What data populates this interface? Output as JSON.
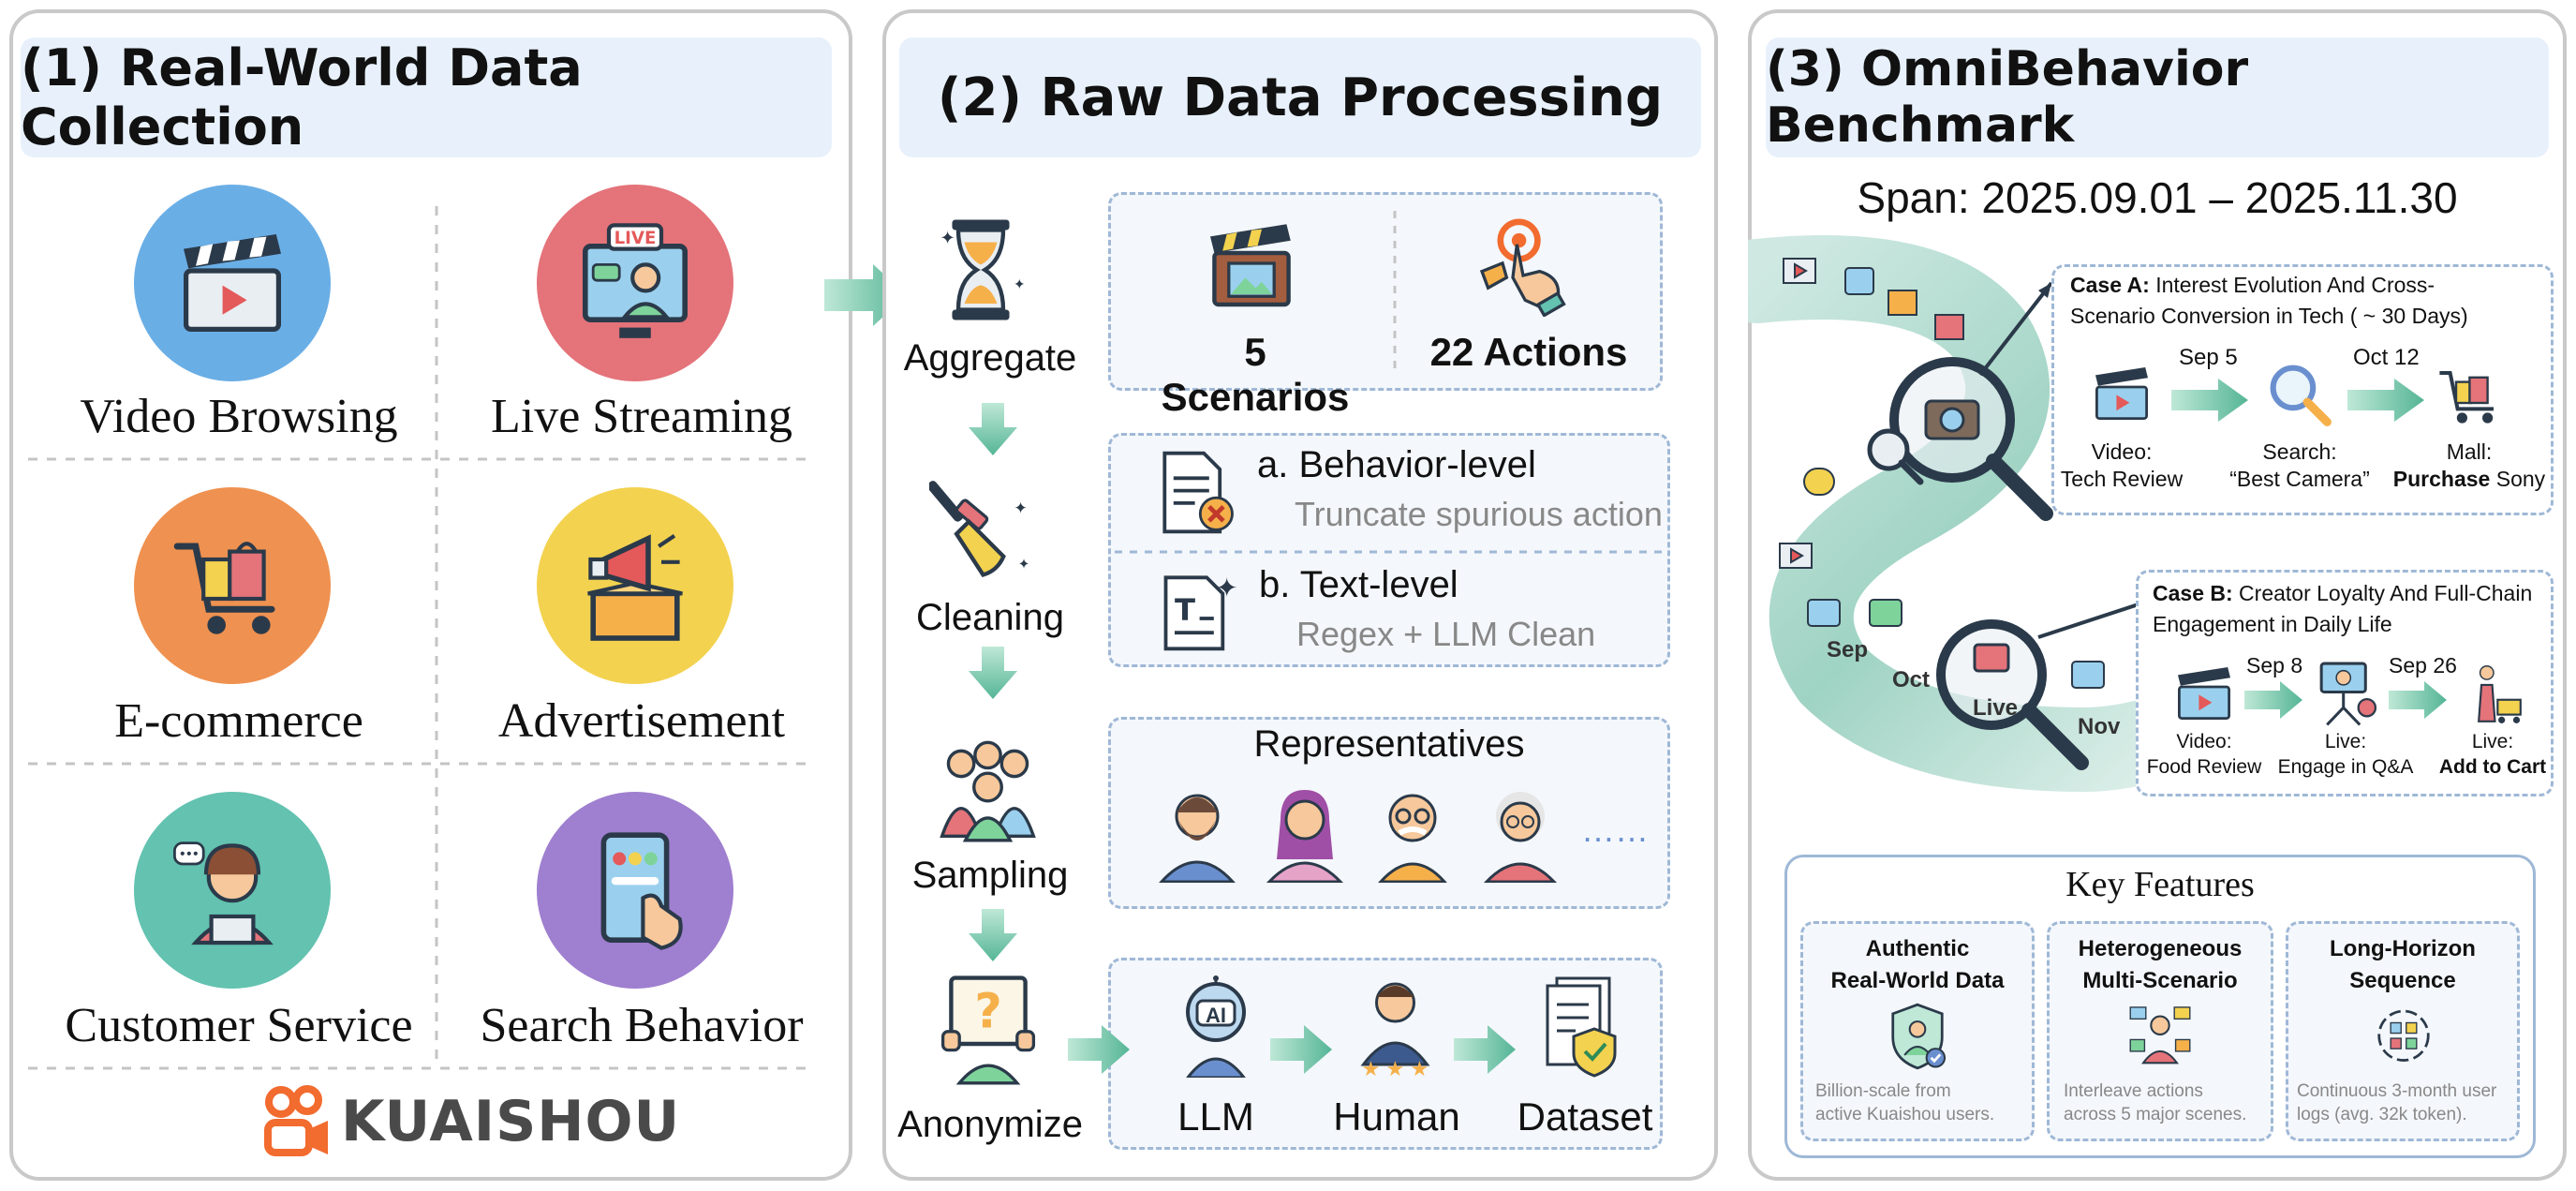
{
  "panel1": {
    "title": "(1) Real-World Data Collection",
    "items": [
      {
        "label": "Video Browsing",
        "icon": "clapperboard-icon",
        "color": "#6aaee6"
      },
      {
        "label": "Live Streaming",
        "icon": "live-stream-icon",
        "color": "#e4737a"
      },
      {
        "label": "E-commerce",
        "icon": "shopping-cart-icon",
        "color": "#ef9150"
      },
      {
        "label": "Advertisement",
        "icon": "megaphone-icon",
        "color": "#f3d24f"
      },
      {
        "label": "Customer Service",
        "icon": "support-agent-icon",
        "color": "#63c2b0"
      },
      {
        "label": "Search Behavior",
        "icon": "tablet-touch-icon",
        "color": "#9f7fcf"
      }
    ],
    "logo_text": "KUAISHOU",
    "logo_color": "#f26b2f"
  },
  "panel2": {
    "title": "(2) Raw Data Processing",
    "steps": [
      "Aggregate",
      "Cleaning",
      "Sampling",
      "Anonymize"
    ],
    "aggregate": {
      "scenarios": "5 Scenarios",
      "actions": "22 Actions"
    },
    "cleaning": {
      "a_title": "a. Behavior-level",
      "a_sub": "Truncate spurious action",
      "b_title": "b. Text-level",
      "b_sub": "Regex + LLM Clean"
    },
    "sampling": {
      "title": "Representatives",
      "more": "……"
    },
    "anonymize": {
      "llm": "LLM",
      "ai_badge": "AI",
      "human": "Human",
      "dataset": "Dataset"
    }
  },
  "panel3": {
    "title": "(3) OmniBehavior Benchmark",
    "span": "Span: 2025.09.01 – 2025.11.30",
    "months": [
      "Sep",
      "Oct",
      "Live",
      "Nov"
    ],
    "case_a": {
      "title_bold": "Case A:",
      "title_rest_1": "Interest Evolution And Cross-",
      "title_rest_2": "Scenario Conversion in Tech ( ~ 30 Days)",
      "date1": "Sep 5",
      "date2": "Oct 12",
      "s1_l1": "Video:",
      "s1_l2": "Tech Review",
      "s2_l1": "Search:",
      "s2_l2": "“Best Camera”",
      "s3_l1": "Mall:",
      "s3_bold": "Purchase",
      "s3_rest": " Sony"
    },
    "case_b": {
      "title_bold": "Case B:",
      "title_rest_1": "Creator Loyalty And Full-Chain",
      "title_rest_2": "Engagement in Daily Life",
      "date1": "Sep 8",
      "date2": "Sep 26",
      "s1_l1": "Video:",
      "s1_l2": "Food Review",
      "s2_l1": "Live:",
      "s2_l2": "Engage in Q&A",
      "s3_l1": "Live:",
      "s3_bold": "Add to Cart"
    },
    "key_features": {
      "title": "Key Features",
      "items": [
        {
          "t1": "Authentic",
          "t2": "Real-World Data",
          "d1": "Billion-scale from",
          "d2": "active Kuaishou users."
        },
        {
          "t1": "Heterogeneous",
          "t2": "Multi-Scenario",
          "d1": "Interleave actions",
          "d2": "across 5 major scenes."
        },
        {
          "t1": "Long-Horizon",
          "t2": "Sequence",
          "d1": "Continuous 3-month user",
          "d2": "logs (avg. 32k token)."
        }
      ]
    }
  }
}
